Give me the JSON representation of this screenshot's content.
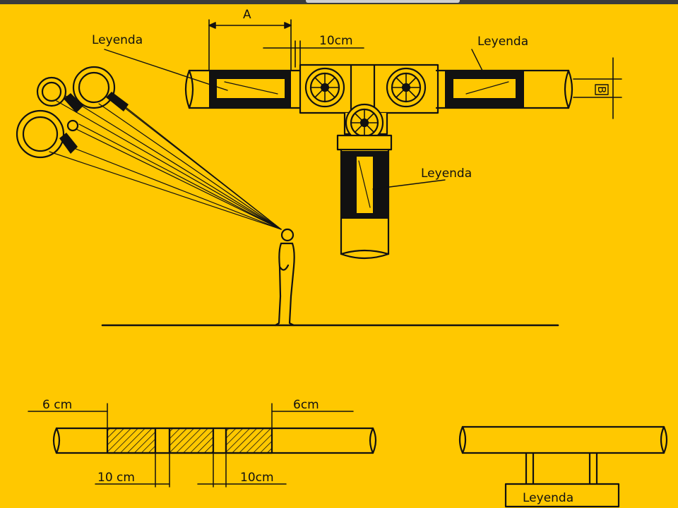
{
  "labels": {
    "legend_top_left": "Leyenda",
    "legend_top_right": "Leyenda",
    "legend_vertical": "Leyenda",
    "legend_sign": "Leyenda",
    "dim_a": "A",
    "dim_b": "B",
    "dim_10cm_top": "10cm",
    "dim_6cm_left": "6 cm",
    "dim_6cm_right": "6cm",
    "dim_10cm_left": "10 cm",
    "dim_10cm_right": "10cm"
  },
  "colors": {
    "background": "#ffc800",
    "ink": "#111111"
  }
}
